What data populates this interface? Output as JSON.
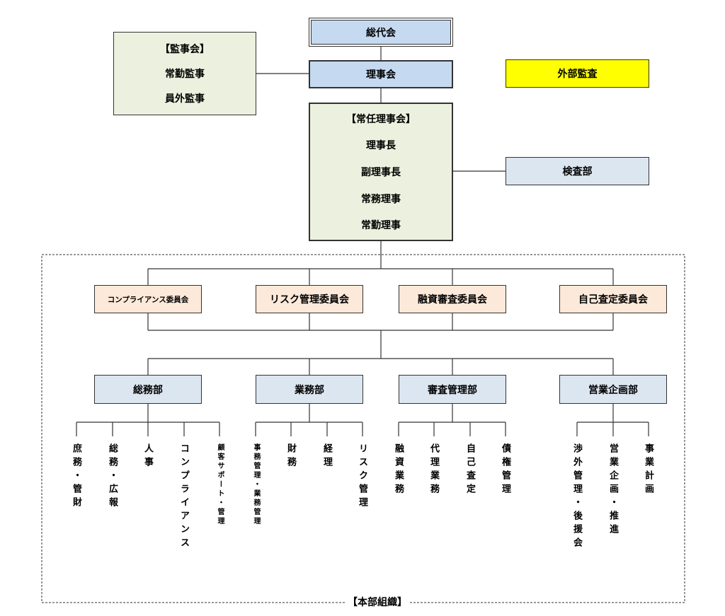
{
  "top": {
    "soudaikai": "総代会",
    "rijikai": "理事会",
    "gaibu_kansa": "外部監査",
    "kensabu": "検査部"
  },
  "kanjikai": {
    "title": "【監事会】",
    "members": [
      "常勤監事",
      "員外監事"
    ]
  },
  "jonin": {
    "title": "【常任理事会】",
    "members": [
      "理事長",
      "副理事長",
      "常務理事",
      "常勤理事"
    ]
  },
  "committees": [
    "コンプライアンス委員会",
    "リスク管理委員会",
    "融資審査委員会",
    "自己査定委員会"
  ],
  "departments": [
    "総務部",
    "業務部",
    "審査管理部",
    "営業企画部"
  ],
  "sections": {
    "soumu": [
      "庶務・管財",
      "総務・広報",
      "人事",
      "コンプライアンス",
      "顧客サポート・管理"
    ],
    "gyomu": [
      "事務管理・業務管理",
      "財務",
      "経理",
      "リスク管理"
    ],
    "shinsa": [
      "融資業務",
      "代理業務",
      "自己査定",
      "債権管理"
    ],
    "eigyo": [
      "渉外管理・後援会",
      "営業企画・推進",
      "事業計画"
    ]
  },
  "frame_label": "【本部組織】"
}
